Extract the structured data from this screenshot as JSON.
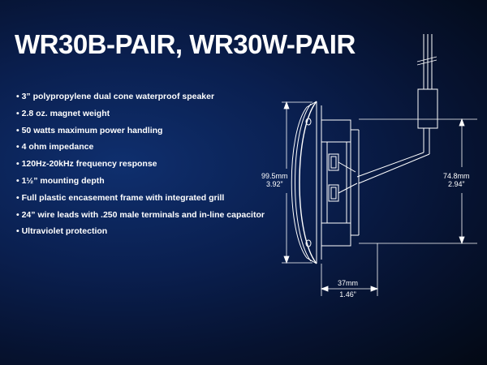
{
  "title": "WR30B-PAIR, WR30W-PAIR",
  "features": [
    "3” polypropylene dual cone waterproof speaker",
    "2.8 oz. magnet weight",
    "50 watts maximum power handling",
    "4 ohm impedance",
    "120Hz-20kHz frequency response",
    "1½” mounting depth",
    "Full plastic encasement frame with integrated grill",
    "24” wire leads with .250 male terminals and in-line capacitor",
    "Ultraviolet protection"
  ],
  "dimensions": {
    "height_outer": {
      "metric": "99.5mm",
      "imperial": "3.92”"
    },
    "height_inner": {
      "metric": "74.8mm",
      "imperial": "2.94”"
    },
    "depth": {
      "metric": "37mm",
      "imperial": "1.46”"
    }
  },
  "colors": {
    "background": "#0a1f4f",
    "text": "#ffffff",
    "line_art": "#ffffff"
  }
}
